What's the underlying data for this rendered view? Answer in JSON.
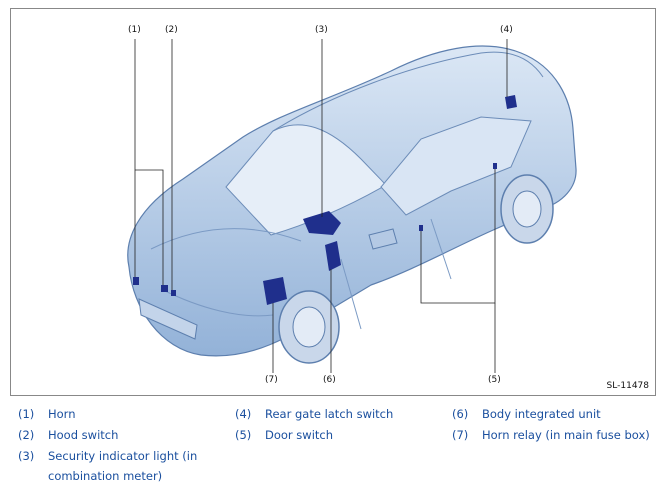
{
  "figure_id": "SL-11478",
  "callouts": [
    "(1)",
    "(2)",
    "(3)",
    "(4)",
    "(5)",
    "(6)",
    "(7)"
  ],
  "legend": [
    {
      "num": "(1)",
      "text": "Horn"
    },
    {
      "num": "(2)",
      "text": "Hood switch"
    },
    {
      "num": "(3)",
      "text": "Security indicator light (in",
      "text2": "combination meter)"
    },
    {
      "num": "(4)",
      "text": "Rear gate latch switch"
    },
    {
      "num": "(5)",
      "text": "Door switch"
    },
    {
      "num": "(6)",
      "text": "Body integrated unit"
    },
    {
      "num": "(7)",
      "text": "Horn relay (in main fuse box)"
    }
  ],
  "colors": {
    "car_body": "#aec6e4",
    "component": "#1f2f8c",
    "legend_text": "#1a4f9e"
  }
}
